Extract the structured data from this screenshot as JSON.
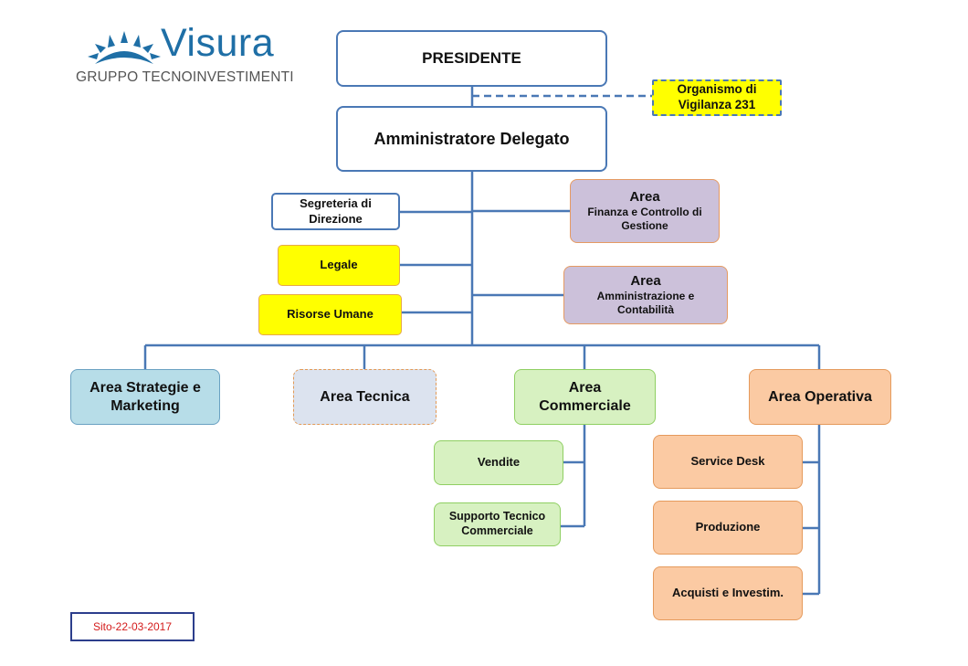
{
  "logo": {
    "brand": "Visura",
    "group": "GRUPPO TECNOINVESTIMENTI",
    "icon": "sunburst-logo-icon",
    "color": "#1f6fa6"
  },
  "nodes": {
    "presidente": "PRESIDENTE",
    "odv": [
      "Organismo di",
      "Vigilanza 231"
    ],
    "ad": "Amministratore Delegato",
    "segreteria": [
      "Segreteria di",
      "Direzione"
    ],
    "legale": "Legale",
    "risorse": "Risorse Umane",
    "finanza": [
      "Area",
      "Finanza e Controllo di",
      "Gestione"
    ],
    "amministrazione": [
      "Area",
      "Amministrazione e",
      "Contabilità"
    ],
    "strategie": [
      "Area Strategie e",
      "Marketing"
    ],
    "tecnica": "Area Tecnica",
    "commerciale": [
      "Area",
      "Commerciale"
    ],
    "operativa": "Area Operativa",
    "vendite": "Vendite",
    "supporto": [
      "Supporto Tecnico",
      "Commerciale"
    ],
    "service_desk": "Service Desk",
    "produzione": "Produzione",
    "acquisti": "Acquisti e Investim."
  },
  "footer": "Sito-22-03-2017",
  "colors": {
    "connector": "#4a78b5",
    "yellow": "#ffff00",
    "purple": "#ccc1da",
    "blue": "#b7dde8",
    "green": "#d7f1c1",
    "orange": "#fbcaa3",
    "footer_text": "#d41b1b"
  }
}
